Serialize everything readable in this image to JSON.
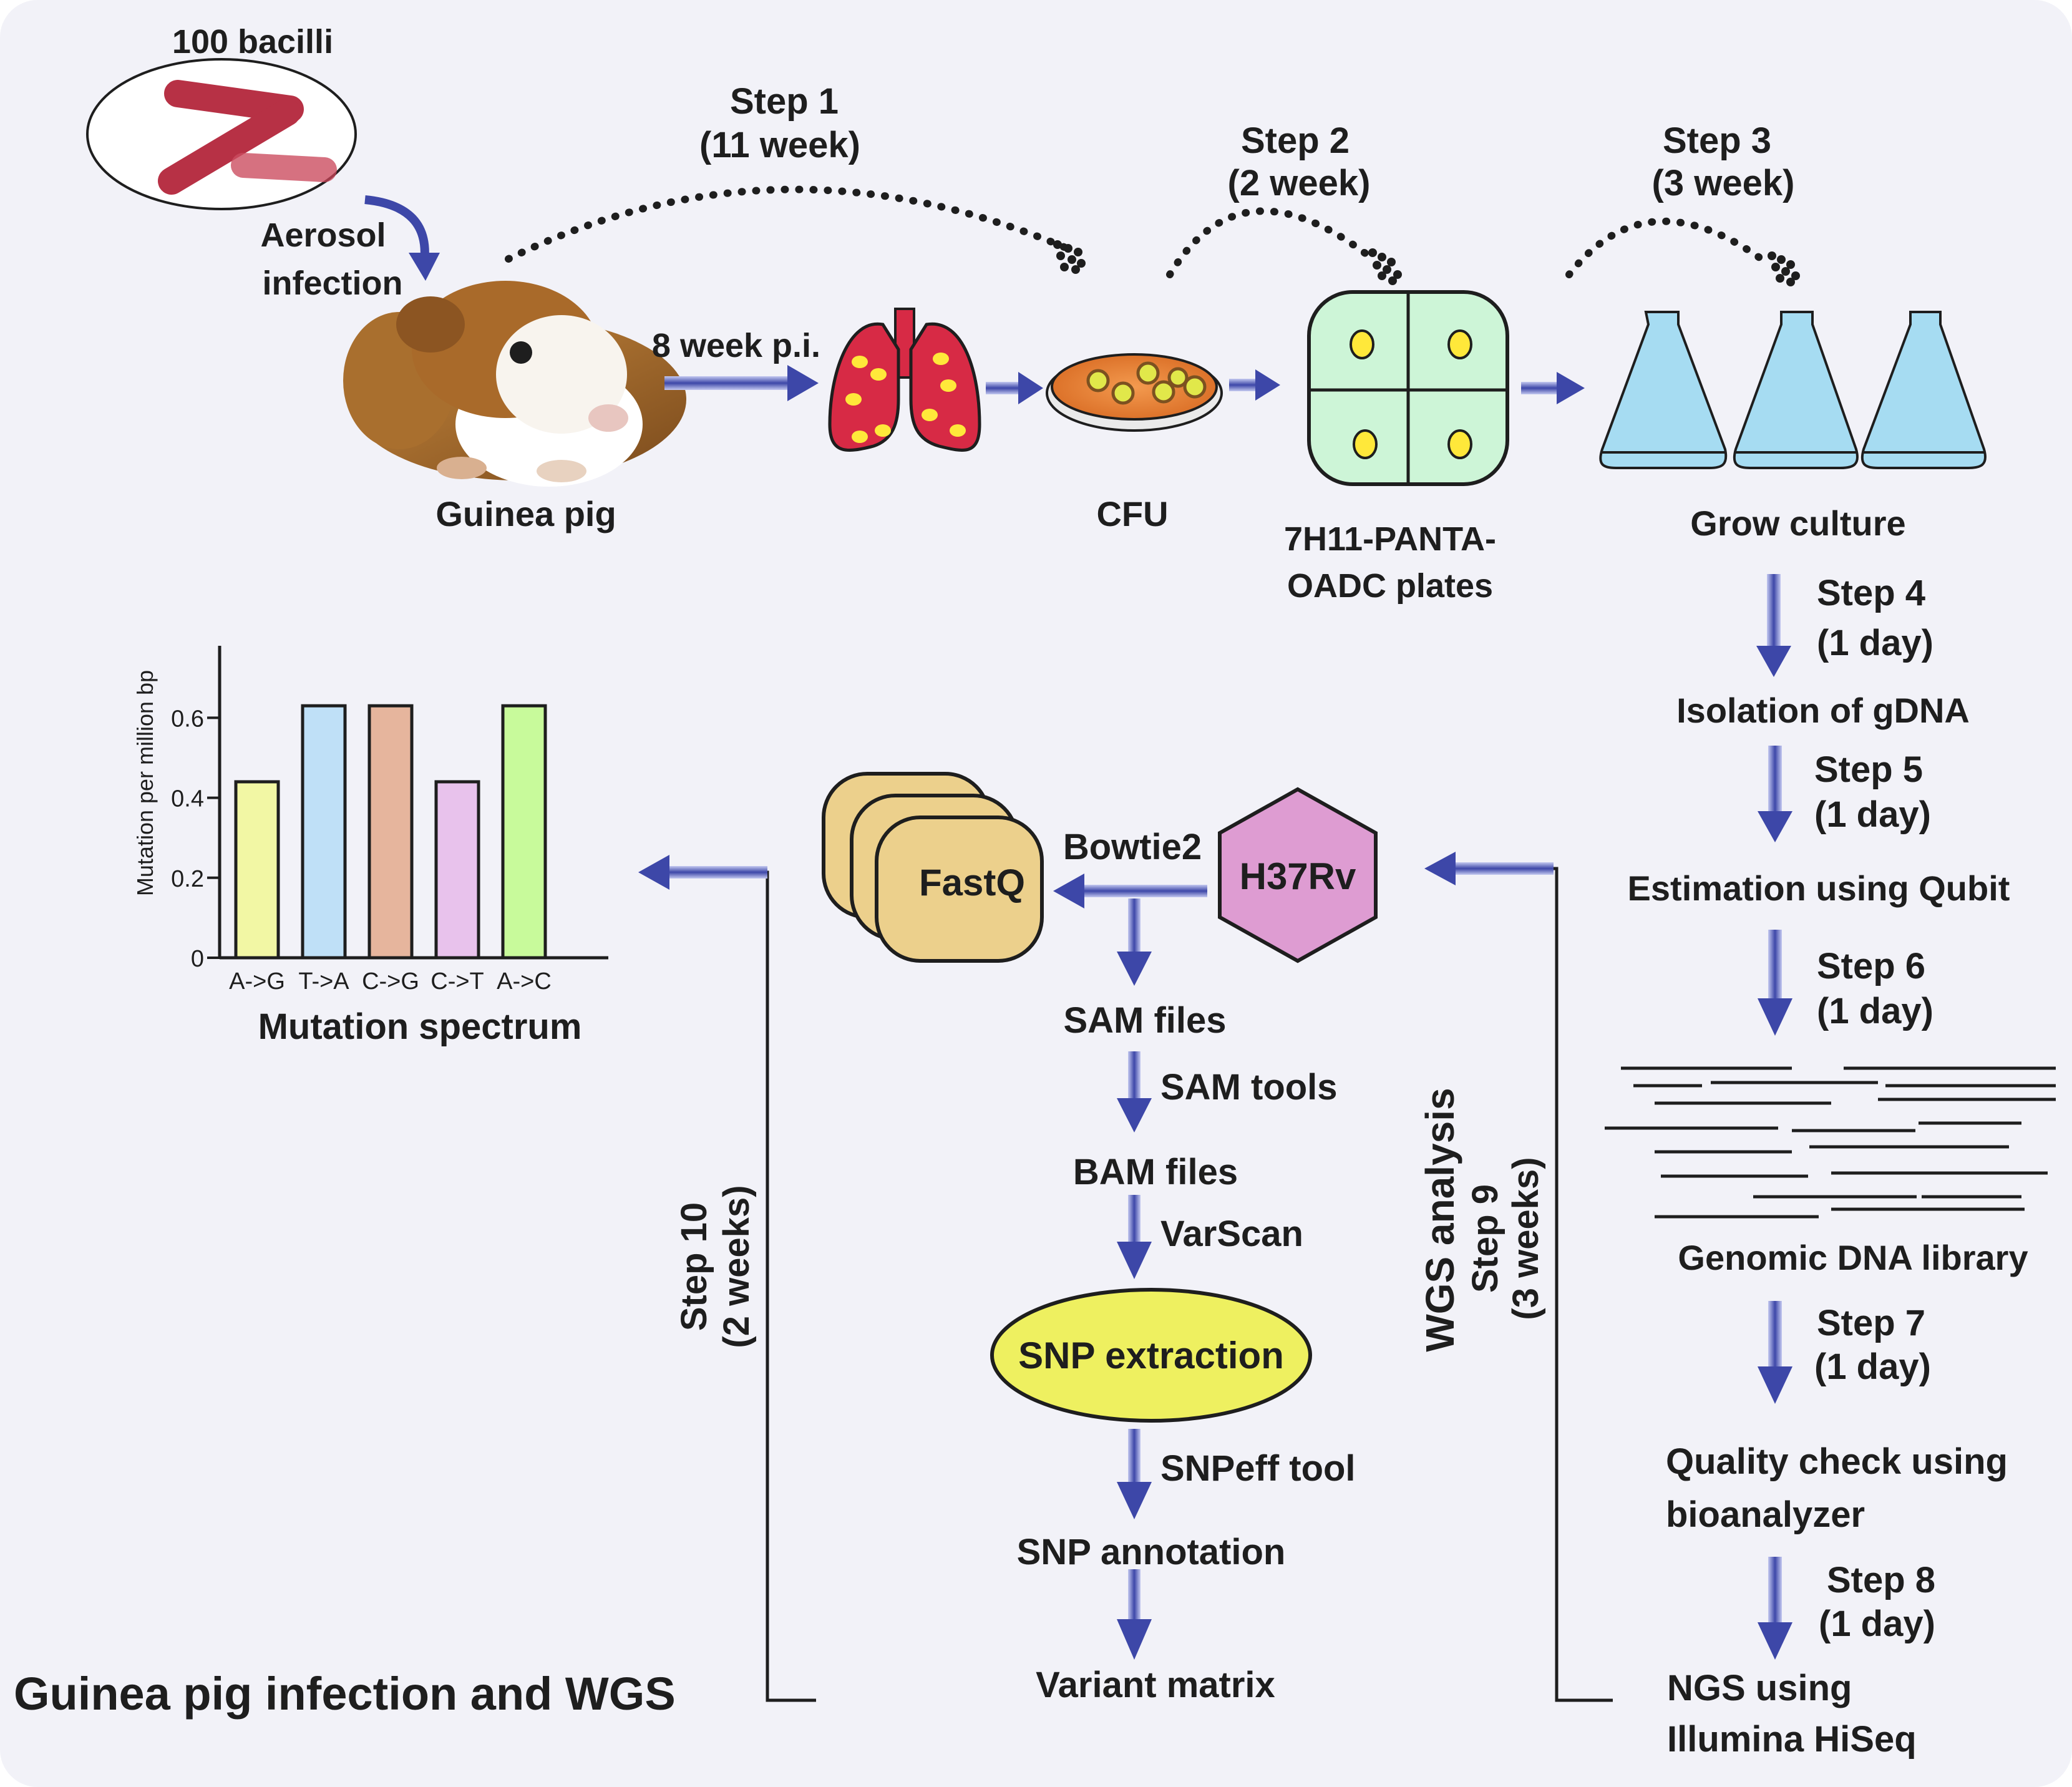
{
  "title": "Guinea pig infection and WGS",
  "colors": {
    "background": "#f2f2f8",
    "arrow_fill": "#3d47a8",
    "arrow_light": "#c3c8f0",
    "lung": "#d72a45",
    "spot": "#ffe83a",
    "petri": "#e97c2f",
    "plate": "#cdf5d7",
    "flask": "#a6dcf2",
    "fastq": "#ecd08c",
    "h37rv": "#de9cd2",
    "snp": "#eef060",
    "bacilli": "#b4263c"
  },
  "labels": {
    "bacilli": "100 bacilli",
    "aerosol_1": "Aerosol",
    "aerosol_2": "infection",
    "guinea_pig": "Guinea pig",
    "eight_week": "8 week p.i.",
    "cfu": "CFU",
    "plates_1": "7H11-PANTA-",
    "plates_2": "OADC plates",
    "grow_culture": "Grow culture",
    "isolation": "Isolation of gDNA",
    "qubit": "Estimation using Qubit",
    "library": "Genomic DNA library",
    "quality_1": "Quality check using",
    "quality_2": "bioanalyzer",
    "ngs_1": "NGS using",
    "ngs_2": "Illumina HiSeq",
    "fastq": "FastQ",
    "bowtie": "Bowtie2",
    "h37rv": "H37Rv",
    "sam_files": "SAM files",
    "sam_tools": "SAM tools",
    "bam_files": "BAM files",
    "varscan": "VarScan",
    "snp_extraction": "SNP extraction",
    "snpeff": "SNPeff tool",
    "snp_annotation": "SNP annotation",
    "variant_matrix": "Variant matrix",
    "wgs_analysis": "WGS analysis"
  },
  "steps": {
    "s1": [
      "Step 1",
      "(11 week)"
    ],
    "s2": [
      "Step 2",
      "(2 week)"
    ],
    "s3": [
      "Step 3",
      "(3 week)"
    ],
    "s4": [
      "Step 4",
      "(1 day)"
    ],
    "s5": [
      "Step 5",
      "(1 day)"
    ],
    "s6": [
      "Step 6",
      "(1 day)"
    ],
    "s7": [
      "Step 7",
      "(1 day)"
    ],
    "s8": [
      "Step 8",
      "(1 day)"
    ],
    "s9": [
      "Step 9",
      "(3 weeks)"
    ],
    "s10": [
      "Step 10",
      "(2 weeks)"
    ]
  },
  "chart_data": {
    "type": "bar",
    "categories": [
      "A->G",
      "T->A",
      "C->G",
      "C->T",
      "A->C"
    ],
    "values": [
      0.44,
      0.63,
      0.63,
      0.44,
      0.63
    ],
    "colors": [
      "#f2f7a4",
      "#bfe0f7",
      "#e6b59d",
      "#e8c2ec",
      "#c8fa9b"
    ],
    "xlabel": "Mutation spectrum",
    "ylabel": "Mutation per million bp",
    "yticks": [
      "0",
      "0.2",
      "0.4",
      "0.6"
    ],
    "ylim": [
      0,
      0.78
    ]
  }
}
